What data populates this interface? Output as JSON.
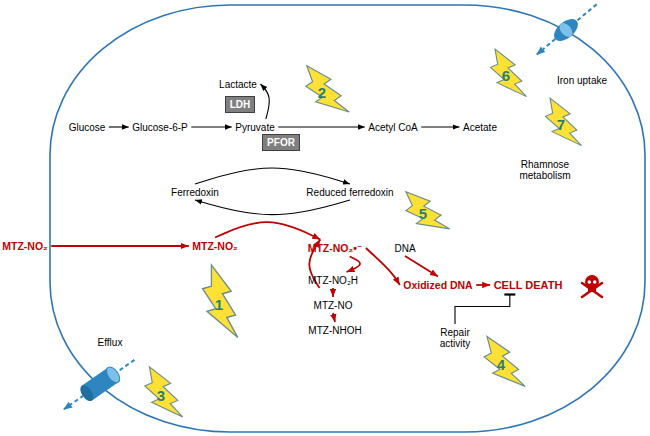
{
  "diagram": {
    "nodes": [
      {
        "text": [
          "Lactacte"
        ]
      },
      {
        "text": [
          "LDH"
        ]
      },
      {
        "text": [
          "Glucose"
        ]
      },
      {
        "text": [
          "Glucose-6-P"
        ]
      },
      {
        "text": [
          "Pyruvate"
        ]
      },
      {
        "text": [
          "Acetyl CoA"
        ]
      },
      {
        "text": [
          "Acetate"
        ]
      },
      {
        "text": [
          "PFOR"
        ]
      },
      {
        "text": [
          "Ferredoxin"
        ]
      },
      {
        "text": [
          "Reduced ferredoxin"
        ]
      },
      {
        "text": [
          "MTZ-NO₂"
        ]
      },
      {
        "text": [
          "MTZ-NO₂"
        ]
      },
      {
        "text": [
          "MTZ-NO₂•⁻"
        ]
      },
      {
        "text": [
          "DNA"
        ]
      },
      {
        "text": [
          "MTZ-NO₂H"
        ]
      },
      {
        "text": [
          "MTZ-NO"
        ]
      },
      {
        "text": [
          "MTZ-NHOH"
        ]
      },
      {
        "text": [
          "Oxidized DNA"
        ]
      },
      {
        "text": [
          "CELL DEATH"
        ]
      },
      {
        "text": [
          "Repair activity"
        ]
      }
    ],
    "edges": [
      {
        "from": 2,
        "to": 3,
        "arrow": "to"
      },
      {
        "from": 3,
        "to": 4,
        "arrow": "to"
      },
      {
        "from": 4,
        "to": 5,
        "arrow": "to"
      },
      {
        "from": 5,
        "to": 6,
        "arrow": "to"
      },
      {
        "from": 4,
        "to": 0,
        "arrow": "to"
      },
      {
        "from": 8,
        "to": 9,
        "arrow": "to"
      },
      {
        "from": 9,
        "to": 8,
        "arrow": "to"
      },
      {
        "from": 10,
        "to": 11,
        "arrow": "to"
      },
      {
        "from": 11,
        "to": 12,
        "arrow": "to"
      },
      {
        "from": 12,
        "to": 14,
        "arrow": "to"
      },
      {
        "from": 14,
        "to": 12,
        "arrow": "to"
      },
      {
        "from": 14,
        "to": 15,
        "arrow": "to"
      },
      {
        "from": 15,
        "to": 16,
        "arrow": "to"
      },
      {
        "from": 12,
        "to": 17,
        "arrow": "to"
      },
      {
        "from": 13,
        "to": 17,
        "arrow": "to"
      },
      {
        "from": 17,
        "to": 18,
        "arrow": "to"
      },
      {
        "from": 19,
        "to": 18,
        "arrow": "to"
      }
    ],
    "labels": [
      "Efflux",
      "Iron uptake",
      "Rhamnose metabolism",
      "1",
      "2",
      "3",
      "4",
      "5",
      "6",
      "7"
    ]
  }
}
